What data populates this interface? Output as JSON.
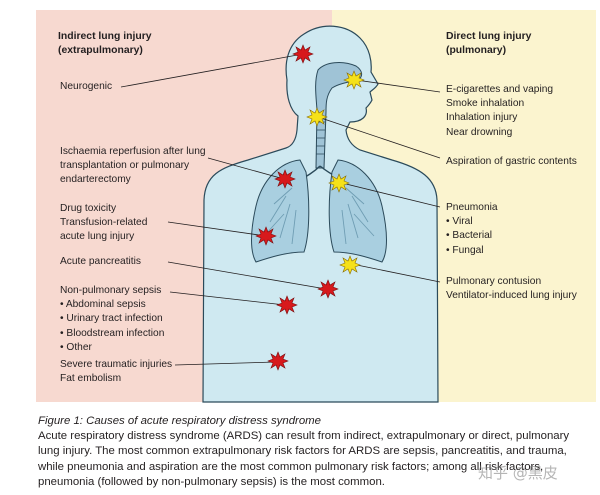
{
  "indirect": {
    "title_line1": "Indirect lung injury",
    "title_line2": "(extrapulmonary)"
  },
  "direct": {
    "title_line1": "Direct lung injury",
    "title_line2": "(pulmonary)"
  },
  "left_labels": {
    "neurogenic": [
      "Neurogenic"
    ],
    "ischaemia": [
      "Ischaemia reperfusion after lung",
      "transplantation or pulmonary",
      "endarterectomy"
    ],
    "drug": [
      "Drug toxicity",
      "Transfusion-related",
      "acute lung injury"
    ],
    "pancreatitis": [
      "Acute pancreatitis"
    ],
    "sepsis": [
      "Non-pulmonary sepsis",
      "• Abdominal sepsis",
      "• Urinary tract infection",
      "• Bloodstream infection",
      "• Other"
    ],
    "trauma": [
      "Severe traumatic injuries",
      "Fat embolism"
    ]
  },
  "right_labels": {
    "inhalation": [
      "E-cigarettes and vaping",
      "Smoke inhalation",
      "Inhalation injury",
      "Near drowning"
    ],
    "aspiration": [
      "Aspiration of gastric contents"
    ],
    "pneumonia": [
      "Pneumonia",
      "• Viral",
      "• Bacterial",
      "• Fungal"
    ],
    "contusion": [
      "Pulmonary contusion",
      "Ventilator-induced lung injury"
    ]
  },
  "caption": {
    "title": "Figure 1: Causes of acute respiratory distress syndrome",
    "body": "Acute respiratory distress syndrome (ARDS) can result from indirect, extrapulmonary or direct, pulmonary lung injury. The most common extrapulmonary risk factors for ARDS are sepsis, pancreatitis, and trauma, while pneumonia and aspiration are the most common pulmonary risk factors; among all risk factors, pneumonia (followed by non-pulmonary sepsis) is the most common."
  },
  "watermark": "知乎 @黑皮",
  "colors": {
    "indirect_panel": "#f7d9d0",
    "direct_panel": "#fbf4cf",
    "body_fill": "#cfe9f1",
    "body_stroke": "#2b4a5a",
    "airway_fill": "#9fc3d6",
    "lung_fill": "#a9cfe0",
    "red_star": "#d7191c",
    "yellow_star": "#f5e11a",
    "leader": "#231f20"
  }
}
